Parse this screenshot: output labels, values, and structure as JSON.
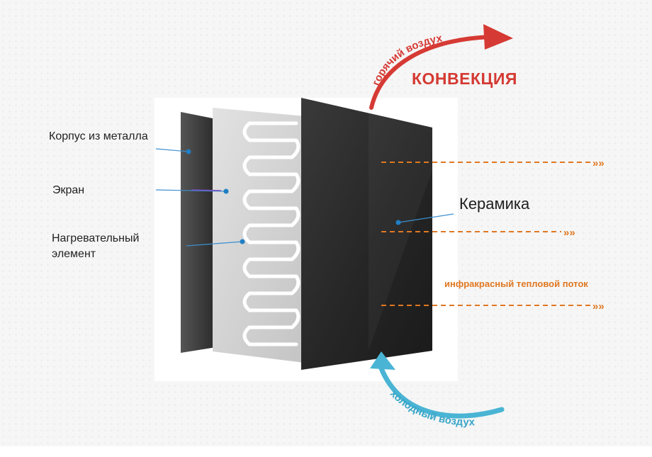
{
  "labels": {
    "metal_body": "Корпус из металла",
    "screen": "Экран",
    "heating_element": "Нагревательный\nэлемент",
    "ceramic": "Керамика",
    "convection": "КОНВЕКЦИЯ",
    "hot_air": "горячий воздух",
    "cold_air": "холодный воздух",
    "ir_flow": "инфракрасный тепловой поток"
  },
  "icons": {
    "hot_air_arrow": "curved-arrow-up-right-icon",
    "cold_air_arrow": "curved-arrow-up-left-icon",
    "ir_arrow": "triple-chevron-right-icon"
  },
  "colors": {
    "hot": "#d63a34",
    "cold": "#4ab4d4",
    "ir": "#e07822",
    "pointer": "#1f7fc4",
    "panel_dark": "#2b2b2b",
    "screen_panel": "#d6d6d6"
  }
}
